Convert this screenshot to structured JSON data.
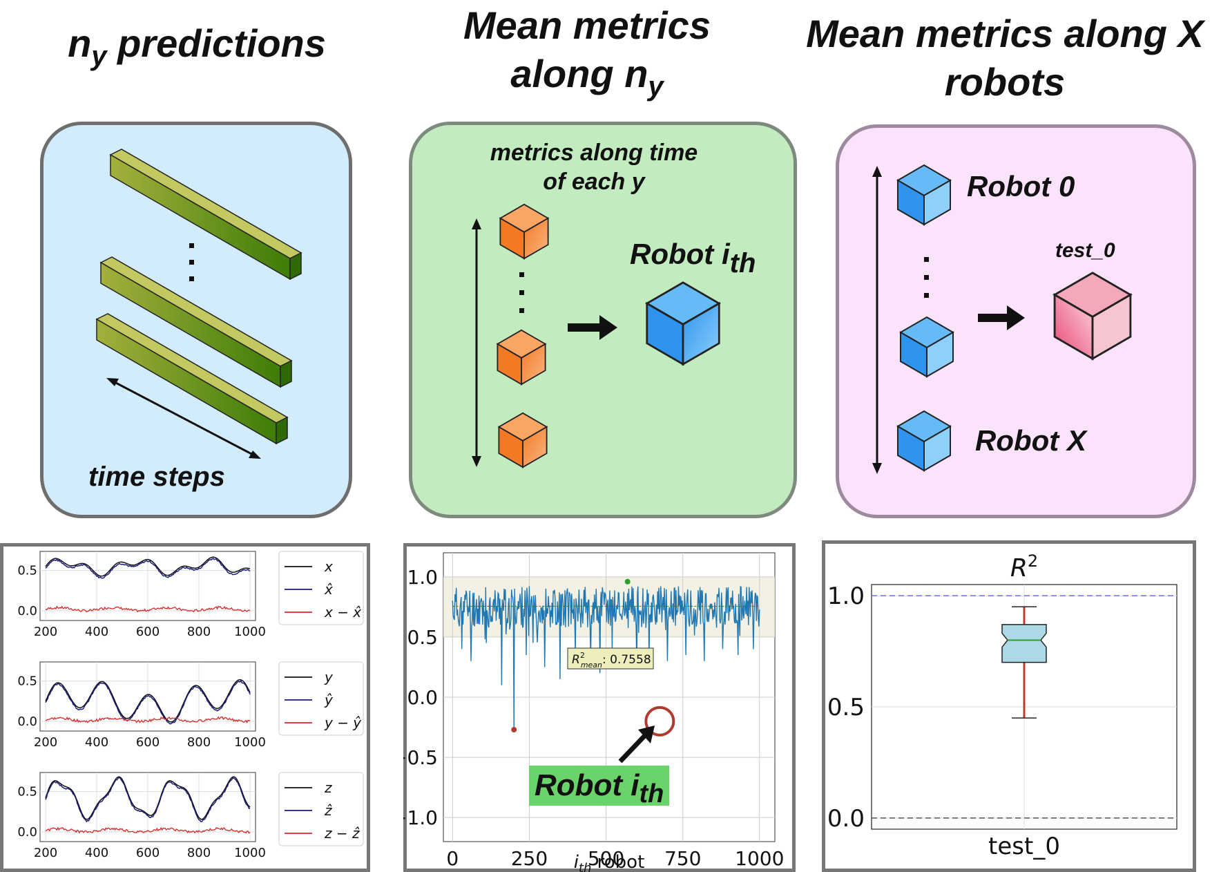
{
  "titles": {
    "left_main": "n",
    "left_sub": "y",
    "left_rest": " predictions",
    "mid_line1": "Mean metrics",
    "mid_line2_main": "along n",
    "mid_line2_sub": "y",
    "right_line1": "Mean metrics along X",
    "right_line2": "robots"
  },
  "colors": {
    "panel_blue": "#d3ecfc",
    "panel_green": "#c2ecc0",
    "panel_pink": "#fce3fc",
    "bar_green": "#5a8c12",
    "cube_orange": "#f58a3c",
    "cube_blue": "#3ea2f2",
    "cube_pink": "#ec6e8e",
    "line_blue": "#1f77b4",
    "mean_red": "#d62728",
    "highlight_green": "#6ad36a"
  },
  "left_panel": {
    "time_label": "time steps",
    "dots": "⋮"
  },
  "mid_panel": {
    "caption_line1": "metrics along time",
    "caption_line2": "of each y",
    "robot_main": "Robot i",
    "robot_sub": "th"
  },
  "right_panel": {
    "robot_first": "Robot 0",
    "robot_last": "Robot X",
    "test_label": "test_0"
  },
  "plots_left": {
    "yticks": [
      "0.5",
      "0.0"
    ],
    "xticks": [
      "200",
      "400",
      "600",
      "800",
      "1000"
    ],
    "legends": [
      [
        "x",
        "x̂",
        "x − x̂"
      ],
      [
        "y",
        "ŷ",
        "y − ŷ"
      ],
      [
        "z",
        "ẑ",
        "z − ẑ"
      ]
    ]
  },
  "chart_data": [
    {
      "type": "line",
      "xlabel_main": "i",
      "xlabel_sub": "th",
      "xlabel_rest": " robot",
      "xticks": [
        "0",
        "250",
        "500",
        "750",
        "1000"
      ],
      "yticks": [
        "1.0",
        "0.5",
        "0.0",
        "−0.5",
        "−1.0"
      ],
      "xlim": [
        -30,
        1050
      ],
      "ylim": [
        -1.2,
        1.2
      ],
      "mean_value": 0.7558,
      "mean_label_main": "R",
      "mean_label_sup": "2",
      "mean_label_sub": "mean",
      "mean_label_rest": ": 0.7558",
      "min_point": [
        200,
        -0.27
      ],
      "max_point": [
        570,
        0.96
      ],
      "highlight_point": [
        675,
        -0.2
      ],
      "highlight_label_main": "Robot i",
      "highlight_label_sub": "th"
    },
    {
      "type": "box",
      "title_main": "R",
      "title_sup": "2",
      "categories": [
        "test_0"
      ],
      "yticks": [
        "1.0",
        "0.5",
        "0.0"
      ],
      "ylim": [
        -0.05,
        1.05
      ],
      "whisker_low": 0.45,
      "q1": 0.7,
      "median": 0.8,
      "q3": 0.87,
      "whisker_high": 0.95,
      "reference_lines": [
        1.0,
        0.0
      ]
    }
  ]
}
